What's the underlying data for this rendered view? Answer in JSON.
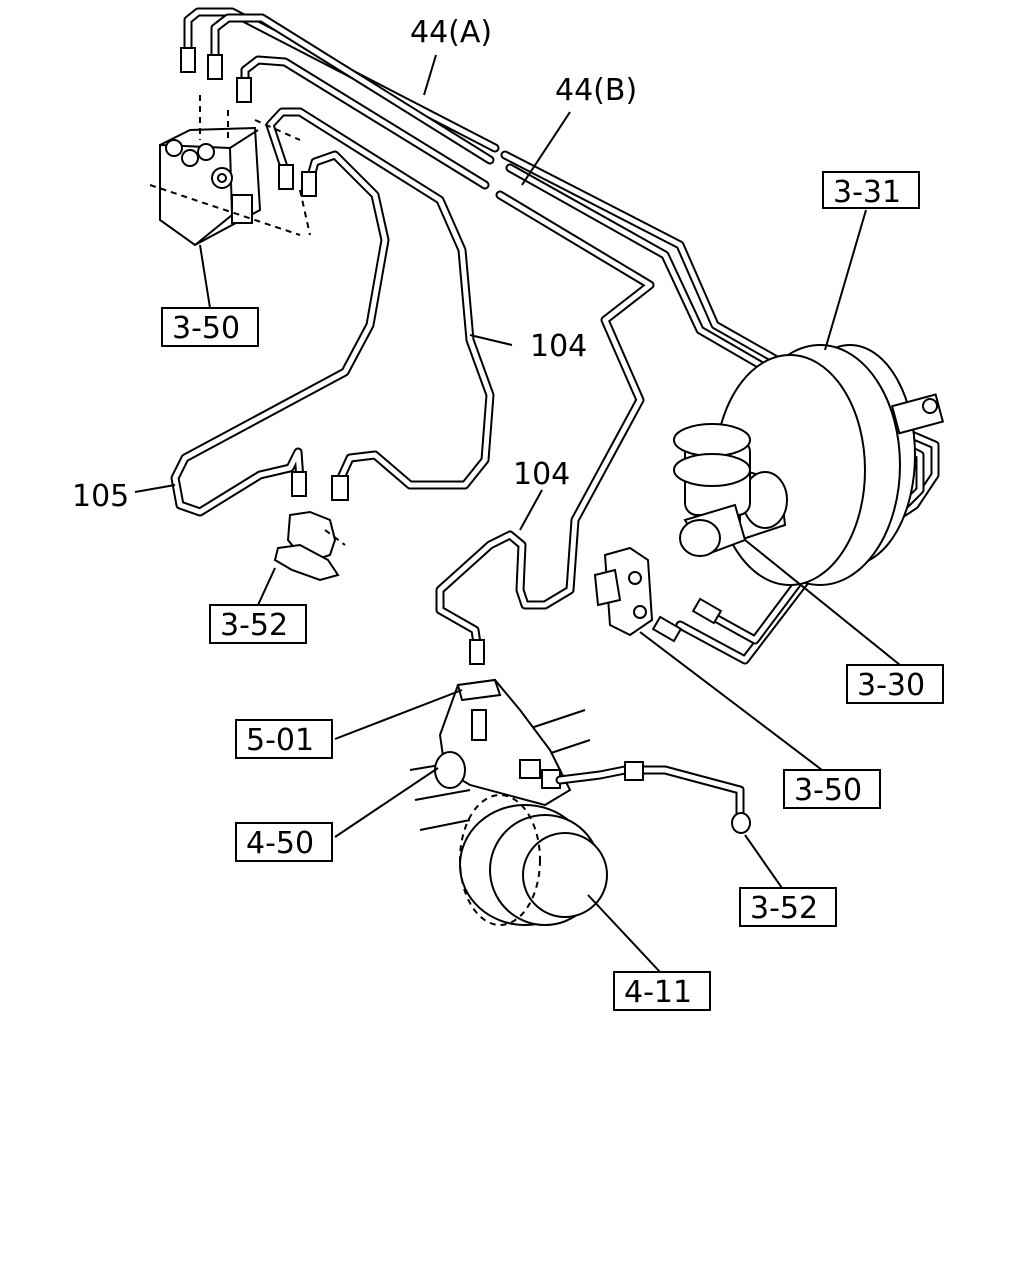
{
  "diagram": {
    "callouts": {
      "pipe_44a": "44(A)",
      "pipe_44b": "44(B)",
      "master_cylinder_booster_top": "3-31",
      "abs_unit": "3-50",
      "pipe_104_upper": "104",
      "pipe_104_lower": "104",
      "pipe_105": "105",
      "bracket_left": "3-52",
      "proportioning_valve_right": "3-30",
      "bracket_5_01": "5-01",
      "axle_4_50": "4-50",
      "valve_3_50_lower": "3-50",
      "hose_clip_3_52": "3-52",
      "drum_4_11": "4-11"
    }
  }
}
